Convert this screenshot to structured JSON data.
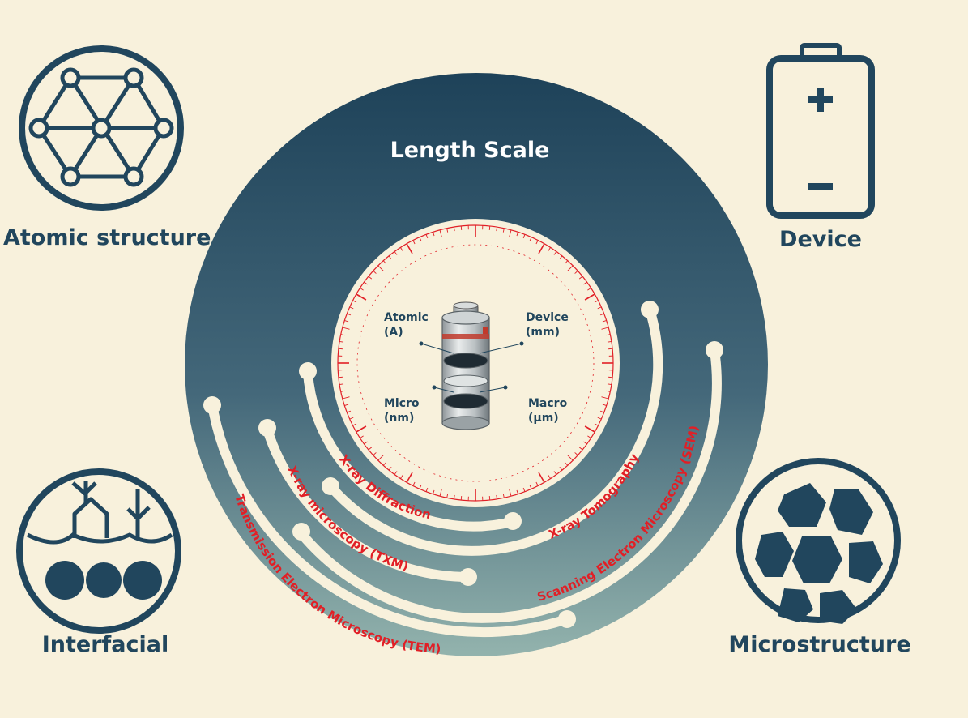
{
  "colors": {
    "background": "#f8f1dc",
    "navy": "#21465d",
    "disk_top": "#1e4259",
    "disk_bottom": "#93b3ad",
    "ruler_red": "#e11f26",
    "track_cream": "#f8f1dc"
  },
  "title": "Length Scale",
  "corners": {
    "atomic": {
      "label": "Atomic structure",
      "icon": "lattice-icon"
    },
    "device": {
      "label": "Device",
      "icon": "battery-icon"
    },
    "interfacial": {
      "label": "Interfacial",
      "icon": "interface-icon"
    },
    "microstructure": {
      "label": "Microstructure",
      "icon": "grains-icon"
    }
  },
  "cell": {
    "atomic": {
      "name": "Atomic",
      "unit": "(A)"
    },
    "device": {
      "name": "Device",
      "unit": "(mm)"
    },
    "micro": {
      "name": "Micro",
      "unit": "(nm)"
    },
    "macro": {
      "name": "Macro",
      "unit": "(µm)"
    }
  },
  "techniques": {
    "xrd": "X-ray Diffraction",
    "txm": "X-ray microscopy (TXM)",
    "tem": "Transmission Electron Microscopy (TEM)",
    "xrt": "X-ray Tomography",
    "sem": "Scanning Electron Microscopy (SEM)"
  }
}
